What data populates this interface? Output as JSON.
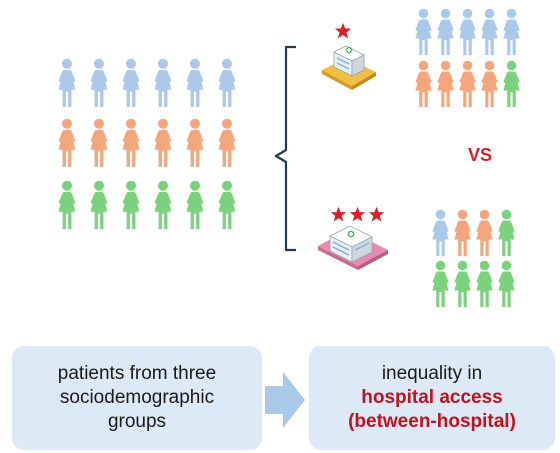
{
  "diagram": {
    "vs_label": "VS",
    "left_box": {
      "line1": "patients from three",
      "line2": "sociodemographic",
      "line3": "groups"
    },
    "right_box": {
      "line1": "inequality in",
      "line2": "hospital access",
      "line3": "(between-hospital)"
    },
    "colors": {
      "group_blue": "#a9c8ea",
      "group_orange": "#f4a57c",
      "group_green": "#7cd17c",
      "star_red": "#d8202a",
      "accent_red": "#c1121f",
      "box_fill": "#dde9f7",
      "bracket": "#1f3b5a"
    },
    "hospitals": [
      {
        "name": "hospital-one-star",
        "stars": 1
      },
      {
        "name": "hospital-three-star",
        "stars": 3
      }
    ]
  }
}
